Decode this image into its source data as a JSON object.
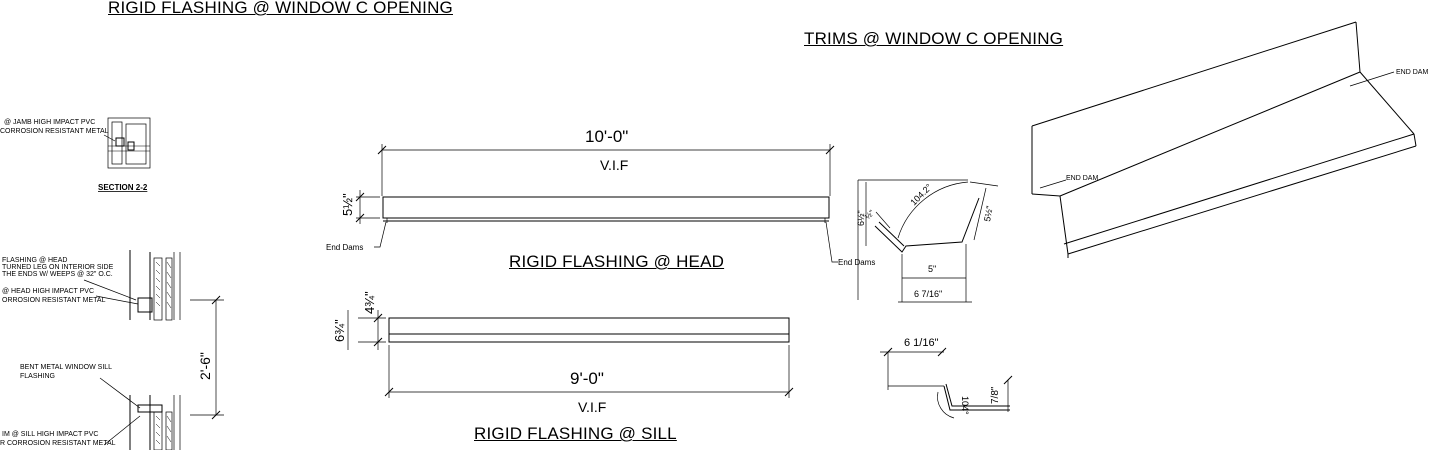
{
  "titles": {
    "left": "RIGID FLASHING @ WINDOW C OPENING",
    "right": "TRIMS @ WINDOW C OPENING",
    "head": "RIGID  FLASHING @ HEAD",
    "sill": "RIGID  FLASHING @ SILL"
  },
  "section": {
    "label": "SECTION 2-2",
    "jamb_note_1": "@ JAMB HIGH IMPACT PVC",
    "jamb_note_2": "CORROSION RESISTANT METAL"
  },
  "notes": {
    "head_1": "FLASHING @ HEAD",
    "head_2": "TURNED LEG ON INTERIOR SIDE",
    "head_3": "THE ENDS W/ WEEPS @ 32\" O.C.",
    "head_pvc_1": "@ HEAD HIGH IMPACT PVC",
    "head_pvc_2": "ORROSION RESISTANT METAL",
    "sill_1": "BENT METAL WINDOW SILL",
    "sill_2": "FLASHING",
    "sill_pvc_1": "IM @ SILL HIGH IMPACT PVC",
    "sill_pvc_2": "R CORROSION RESISTANT METAL",
    "height_dim": "2'-6\""
  },
  "head_flashing": {
    "length": "10'-0\"",
    "vif": "V.I.F",
    "height": "5½\"",
    "end_dams_left": "End Dams",
    "end_dams_right": "End Dams"
  },
  "sill_flashing": {
    "length": "9'-0\"",
    "vif": "V.I.F",
    "height_a": "4¾\"",
    "height_b": "6¾\""
  },
  "profile": {
    "angle": "104.2°",
    "leg_top": "6½\"",
    "leg_right": "5½\"",
    "leg_bottom": "5\"",
    "lip": "½\"",
    "base": "6 7/16\""
  },
  "sill_profile": {
    "width": "6 1/16\"",
    "angle": "104°",
    "height": "7/8\""
  },
  "trim_3d": {
    "end_dam_right": "END DAM",
    "end_dam_left": "END DAM"
  }
}
